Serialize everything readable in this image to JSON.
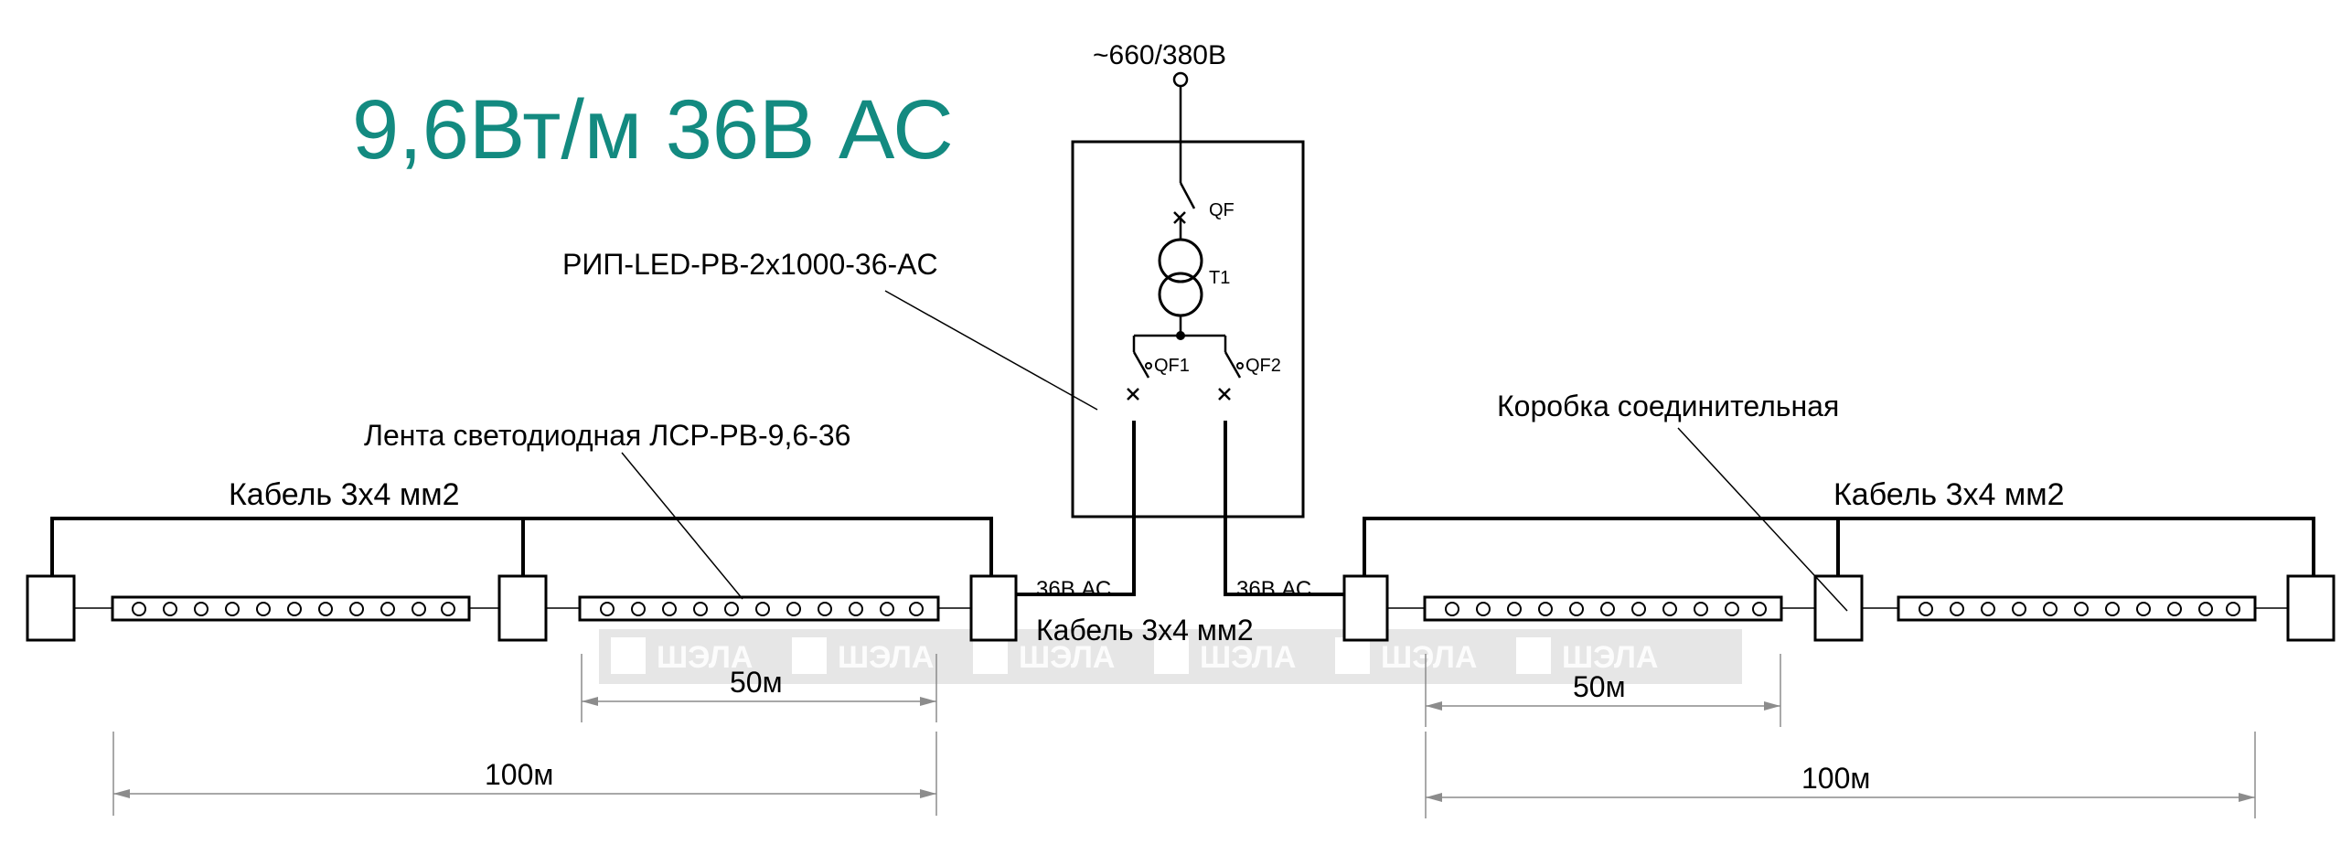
{
  "title": "9,6Вт/м 36В АС",
  "supply_label": "~660/380В",
  "device_label": "РИП-LED-PB-2x1000-36-AC",
  "strip_label": "Лента светодиодная ЛСР-РВ-9,6-36",
  "junction_label": "Коробка соединительная",
  "cable_left": "Кабель 3х4 мм2",
  "cable_right": "Кабель 3х4 мм2",
  "cable_center": "Кабель 3х4 мм2",
  "voltage_left": "36В АС",
  "voltage_right": "36В АС",
  "qf_label": "QF",
  "t1_label": "T1",
  "qf1_label": "QF1",
  "qf2_label": "QF2",
  "dim_50_left": "50м",
  "dim_50_right": "50м",
  "dim_100_left": "100м",
  "dim_100_right": "100м",
  "watermark_text": "ШЭЛА",
  "colors": {
    "title": "#138a80",
    "watermark_band": "#e6e6e6",
    "dimension": "#8c8c8c"
  }
}
